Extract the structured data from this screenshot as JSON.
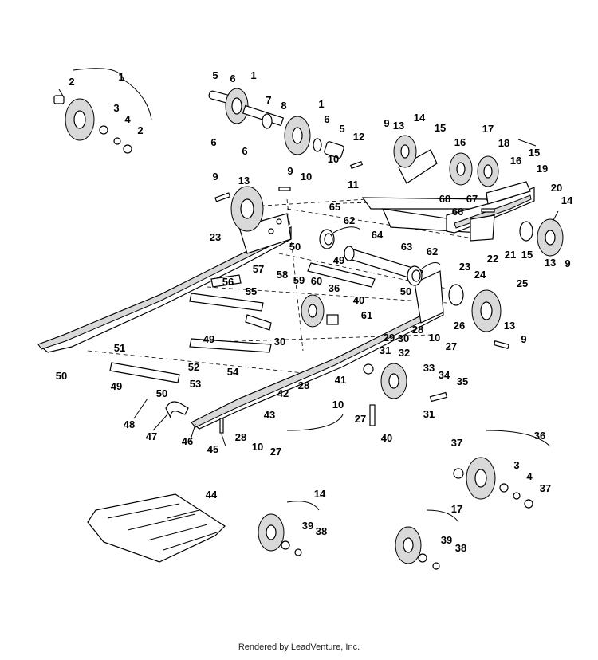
{
  "footer_text": "Rendered by LeadVenture, Inc.",
  "callouts": [
    {
      "id": "c1a",
      "text": "1"
    },
    {
      "id": "c2a",
      "text": "2"
    },
    {
      "id": "c3a",
      "text": "3"
    },
    {
      "id": "c4a",
      "text": "4"
    },
    {
      "id": "c2b",
      "text": "2"
    },
    {
      "id": "c5a",
      "text": "5"
    },
    {
      "id": "c6a",
      "text": "6"
    },
    {
      "id": "c1b",
      "text": "1"
    },
    {
      "id": "c7",
      "text": "7"
    },
    {
      "id": "c8",
      "text": "8"
    },
    {
      "id": "c1c",
      "text": "1"
    },
    {
      "id": "c6b",
      "text": "6"
    },
    {
      "id": "c6c",
      "text": "6"
    },
    {
      "id": "c6d",
      "text": "6"
    },
    {
      "id": "c5b",
      "text": "5"
    },
    {
      "id": "c12",
      "text": "12"
    },
    {
      "id": "c10a",
      "text": "10"
    },
    {
      "id": "c11",
      "text": "11"
    },
    {
      "id": "c9a",
      "text": "9"
    },
    {
      "id": "c13a",
      "text": "13"
    },
    {
      "id": "c14a",
      "text": "14"
    },
    {
      "id": "c15a",
      "text": "15"
    },
    {
      "id": "c16a",
      "text": "16"
    },
    {
      "id": "c17a",
      "text": "17"
    },
    {
      "id": "c18",
      "text": "18"
    },
    {
      "id": "c15b",
      "text": "15"
    },
    {
      "id": "c16b",
      "text": "16"
    },
    {
      "id": "c19",
      "text": "19"
    },
    {
      "id": "c20",
      "text": "20"
    },
    {
      "id": "c68",
      "text": "68"
    },
    {
      "id": "c67",
      "text": "67"
    },
    {
      "id": "c66",
      "text": "66"
    },
    {
      "id": "c14b",
      "text": "14"
    },
    {
      "id": "c15c",
      "text": "15"
    },
    {
      "id": "c21",
      "text": "21"
    },
    {
      "id": "c22",
      "text": "22"
    },
    {
      "id": "c13b",
      "text": "13"
    },
    {
      "id": "c9b",
      "text": "9"
    },
    {
      "id": "c9c",
      "text": "9"
    },
    {
      "id": "c13c",
      "text": "13"
    },
    {
      "id": "c9d",
      "text": "9"
    },
    {
      "id": "c10b",
      "text": "10"
    },
    {
      "id": "c23a",
      "text": "23"
    },
    {
      "id": "c65",
      "text": "65"
    },
    {
      "id": "c62a",
      "text": "62"
    },
    {
      "id": "c64",
      "text": "64"
    },
    {
      "id": "c50a",
      "text": "50"
    },
    {
      "id": "c63",
      "text": "63"
    },
    {
      "id": "c62b",
      "text": "62"
    },
    {
      "id": "c49a",
      "text": "49"
    },
    {
      "id": "c23b",
      "text": "23"
    },
    {
      "id": "c24",
      "text": "24"
    },
    {
      "id": "c25",
      "text": "25"
    },
    {
      "id": "c57",
      "text": "57"
    },
    {
      "id": "c58",
      "text": "58"
    },
    {
      "id": "c59",
      "text": "59"
    },
    {
      "id": "c60",
      "text": "60"
    },
    {
      "id": "c36a",
      "text": "36"
    },
    {
      "id": "c56",
      "text": "56"
    },
    {
      "id": "c55",
      "text": "55"
    },
    {
      "id": "c50b",
      "text": "50"
    },
    {
      "id": "c40a",
      "text": "40"
    },
    {
      "id": "c61",
      "text": "61"
    },
    {
      "id": "c26",
      "text": "26"
    },
    {
      "id": "c28a",
      "text": "28"
    },
    {
      "id": "c10c",
      "text": "10"
    },
    {
      "id": "c27a",
      "text": "27"
    },
    {
      "id": "c13d",
      "text": "13"
    },
    {
      "id": "c9e",
      "text": "9"
    },
    {
      "id": "c51",
      "text": "51"
    },
    {
      "id": "c30a",
      "text": "30"
    },
    {
      "id": "c49b",
      "text": "49"
    },
    {
      "id": "c29",
      "text": "29"
    },
    {
      "id": "c30b",
      "text": "30"
    },
    {
      "id": "c31a",
      "text": "31"
    },
    {
      "id": "c32",
      "text": "32"
    },
    {
      "id": "c50c",
      "text": "50"
    },
    {
      "id": "c52",
      "text": "52"
    },
    {
      "id": "c33",
      "text": "33"
    },
    {
      "id": "c34",
      "text": "34"
    },
    {
      "id": "c35",
      "text": "35"
    },
    {
      "id": "c54",
      "text": "54"
    },
    {
      "id": "c41",
      "text": "41"
    },
    {
      "id": "c49c",
      "text": "49"
    },
    {
      "id": "c53",
      "text": "53"
    },
    {
      "id": "c28b",
      "text": "28"
    },
    {
      "id": "c42",
      "text": "42"
    },
    {
      "id": "c31b",
      "text": "31"
    },
    {
      "id": "c50d",
      "text": "50"
    },
    {
      "id": "c10d",
      "text": "10"
    },
    {
      "id": "c27b",
      "text": "27"
    },
    {
      "id": "c48",
      "text": "48"
    },
    {
      "id": "c43",
      "text": "43"
    },
    {
      "id": "c40b",
      "text": "40"
    },
    {
      "id": "c47",
      "text": "47"
    },
    {
      "id": "c46",
      "text": "46"
    },
    {
      "id": "c28c",
      "text": "28"
    },
    {
      "id": "c10e",
      "text": "10"
    },
    {
      "id": "c27c",
      "text": "27"
    },
    {
      "id": "c45",
      "text": "45"
    },
    {
      "id": "c36b",
      "text": "36"
    },
    {
      "id": "c37a",
      "text": "37"
    },
    {
      "id": "c3b",
      "text": "3"
    },
    {
      "id": "c4b",
      "text": "4"
    },
    {
      "id": "c37b",
      "text": "37"
    },
    {
      "id": "c44",
      "text": "44"
    },
    {
      "id": "c14c",
      "text": "14"
    },
    {
      "id": "c39a",
      "text": "39"
    },
    {
      "id": "c38a",
      "text": "38"
    },
    {
      "id": "c17b",
      "text": "17"
    },
    {
      "id": "c39b",
      "text": "39"
    },
    {
      "id": "c38b",
      "text": "38"
    }
  ]
}
